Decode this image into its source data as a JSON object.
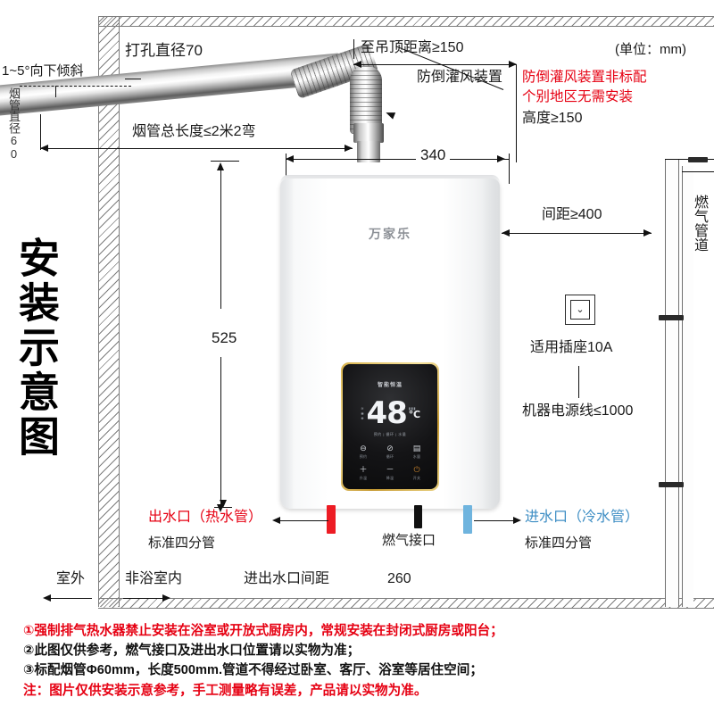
{
  "diagram": {
    "title_vertical": "安装示意图",
    "unit_note": "(单位：mm)"
  },
  "top_labels": {
    "slope": "1~5°向下倾斜",
    "flue_diameter_vertical": "烟管直径60",
    "hole_diameter": "打孔直径70",
    "flue_total_length": "烟管总长度≤2米2弯",
    "ceiling_distance": "至吊顶距离≥150",
    "backdraft_device": "防倒灌风装置",
    "backdraft_note_line1": "防倒灌风装置非标配",
    "backdraft_note_line2": "个别地区无需安装",
    "height_min": "高度≥150",
    "dim_340": "340"
  },
  "heater": {
    "brand_logo": "万家乐",
    "panel_brand": "智能恒温",
    "temperature": "48",
    "temperature_unit": "℃",
    "display_micro_left": "节能\n省气\n舒适",
    "display_micro_bottom": "预约 | 循环 | 水量",
    "buttons": [
      {
        "icon": "⊖",
        "label": "预约"
      },
      {
        "icon": "⊘",
        "label": "循环"
      },
      {
        "icon": "▤",
        "label": "水量"
      },
      {
        "icon": "＋",
        "label": "升温"
      },
      {
        "icon": "－",
        "label": "降温"
      },
      {
        "icon": "⏻",
        "label": "开关"
      }
    ],
    "dim_height_525": "525"
  },
  "right_labels": {
    "spacing_400": "间距≥400",
    "socket_label": "适用插座10A",
    "power_cord": "机器电源线≤1000",
    "gas_pipe_vertical": "燃气管道"
  },
  "ports": {
    "hot_out_line1": "出水口（热水管）",
    "hot_out_line2": "标准四分管",
    "gas_port": "燃气接口",
    "cold_in_line1": "进水口（冷水管）",
    "cold_in_line2": "标准四分管"
  },
  "bottom_labels": {
    "outdoor": "室外",
    "indoor_non_bath": "非浴室内",
    "port_spacing_label": "进出水口间距",
    "port_spacing_value": "260"
  },
  "notes": [
    {
      "text": "①强制排气热水器禁止安装在浴室或开放式厨房内，常规安装在封闭式厨房或阳台；",
      "color": "#e60012"
    },
    {
      "text": "②此图仅供参考，燃气接口及进出水口位置请以实物为准；",
      "color": "#111111"
    },
    {
      "text": "③标配烟管Φ60mm，长度500mm.管道不得经过卧室、客厅、浴室等居住空间；",
      "color": "#111111"
    },
    {
      "text": "注：图片仅供安装示意参考，手工测量略有误差，产品请以实物为准。",
      "color": "#e60012"
    }
  ],
  "colors": {
    "red": "#e60012",
    "blue": "#3e8ec4",
    "hot_port": "#ed1c24",
    "cold_port": "#6fb4de",
    "gas_port": "#111111",
    "wall": "#7d7d7d"
  }
}
